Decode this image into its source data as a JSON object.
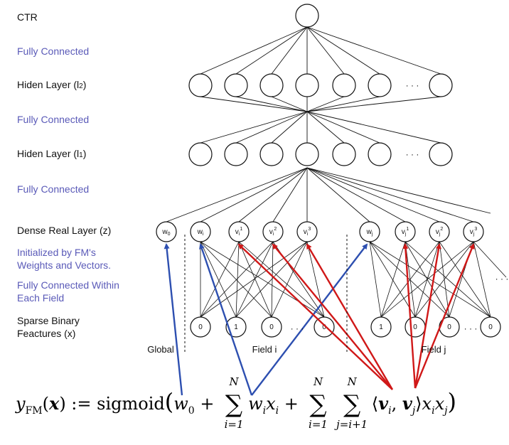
{
  "labels": {
    "ctr": "CTR",
    "fc1": "Fully Connected",
    "hidden2": "Hiden Layer (l2)",
    "fc2": "Fully Connected",
    "hidden1": "Hiden Layer (l1)",
    "fc3": "Fully Connected",
    "dense": "Dense Real Layer (z)",
    "init_line1": "Initialized by FM's",
    "init_line2": "Weights and Vectors.",
    "fcw_line1": "Fully Connected Within",
    "fcw_line2": "Each Field",
    "sparse_line1": "Sparse Binary",
    "sparse_line2": "Feactures (x)"
  },
  "dense_nodes": {
    "global": "w0",
    "field_i": [
      "wi",
      "vi1",
      "vi2",
      "vi3"
    ],
    "field_j": [
      "wj",
      "vj1",
      "vj2",
      "vj3"
    ]
  },
  "sparse_nodes": {
    "field_i": [
      "0",
      "1",
      "0",
      "0"
    ],
    "field_j": [
      "1",
      "0",
      "0",
      "0"
    ]
  },
  "ellipsis": "· · ·",
  "fields": {
    "global": "Global",
    "field_i": "Field i",
    "field_j": "Field j"
  },
  "formula": {
    "lhs": "y",
    "lhs_sub": "FM",
    "assign": "(x) := sigmoid",
    "term1": "w",
    "sum_top": "N",
    "sum1_bottom": "i=1",
    "sum2_bottom": "i=1",
    "sum3_bottom": "j=i+1",
    "term2": "w",
    "term3": "⟨v",
    "end": "⟩x"
  },
  "colors": {
    "label_blue": "#5a5ab8",
    "arrow_blue": "#2d4fb0",
    "arrow_red": "#d01818"
  }
}
